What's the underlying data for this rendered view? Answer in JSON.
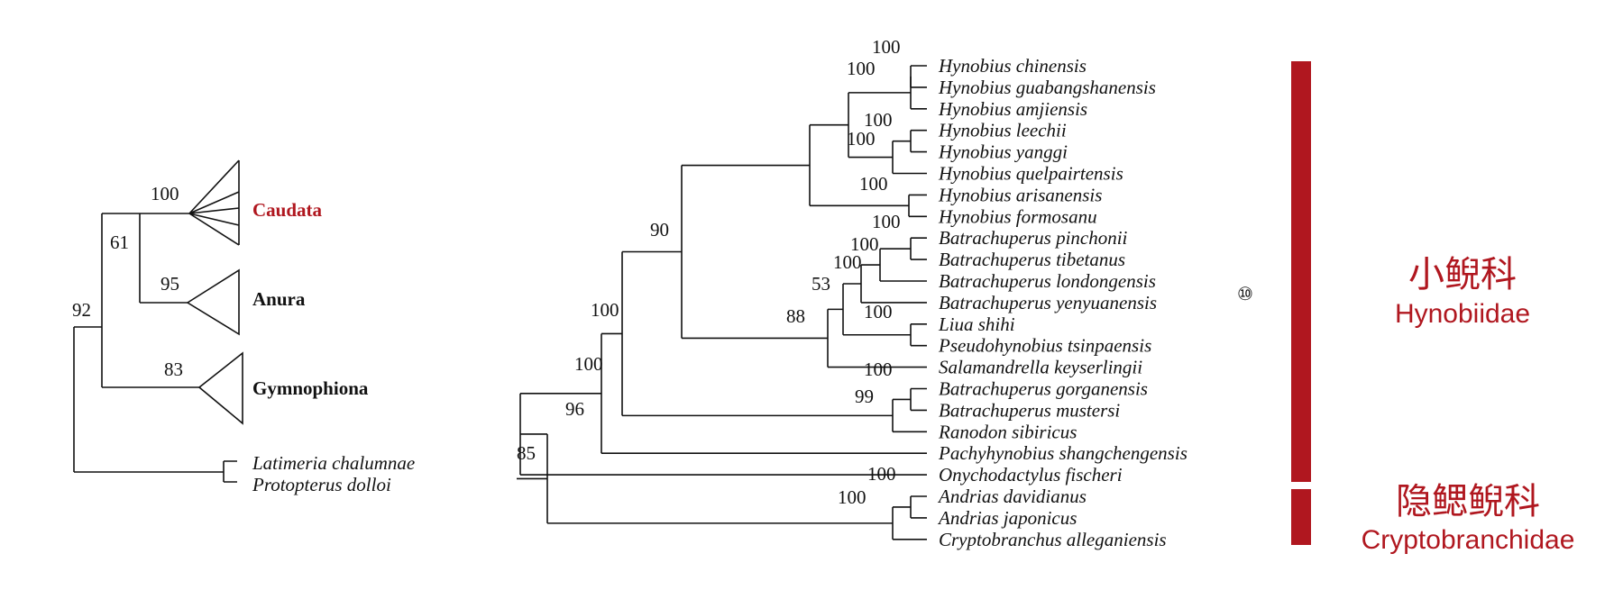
{
  "colors": {
    "accent": "#b0171f",
    "line": "#111111"
  },
  "left_tree": {
    "clades": {
      "caudata": "Caudata",
      "anura": "Anura",
      "gymnophiona": "Gymnophiona"
    },
    "outgroups": [
      "Latimeria chalumnae",
      "Protopterus dolloi"
    ],
    "support": {
      "caudata": "100",
      "caudata_anura": "61",
      "anura": "95",
      "amphibia": "92",
      "gymnophiona": "83"
    }
  },
  "right_tree": {
    "taxa": [
      "Hynobius chinensis",
      "Hynobius guabangshanensis",
      "Hynobius amjiensis",
      "Hynobius leechii",
      "Hynobius yanggi",
      "Hynobius quelpairtensis",
      "Hynobius arisanensis",
      "Hynobius formosanu",
      "Batrachuperus pinchonii",
      "Batrachuperus tibetanus",
      "Batrachuperus londongensis",
      "Batrachuperus yenyuanensis",
      "Liua shihi",
      "Pseudohynobius tsinpaensis",
      "Salamandrella keyserlingii",
      "Batrachuperus gorganensis",
      "Batrachuperus mustersi",
      "Ranodon sibiricus",
      "Pachyhynobius shangchengensis",
      "Onychodactylus fischeri",
      "Andrias davidianus",
      "Andrias japonicus",
      "Cryptobranchus alleganiensis"
    ],
    "support": {
      "n_chin_guab": "100",
      "n_chin_amj": "100",
      "n_lee_yan": "100",
      "n_lee_quel": "100",
      "n_aris_form": "100",
      "n_hynobius": "90",
      "n_pin_tib": "100",
      "n_pin_lon": "100",
      "n_pin_yen": "100",
      "n_batr_liua": "53",
      "n_liua_pseudo": "100",
      "n_batr_sal": "88",
      "n_gorg_must": "100",
      "n_gorg_ran": "99",
      "n_main": "100",
      "n_pachy": "100",
      "n_hynobiidae": "96",
      "n_root": "85",
      "n_and_dav_jap": "100",
      "n_cryptobranchidae": "100"
    },
    "marker": "⑩"
  },
  "families": {
    "hynobiidae": {
      "cn": "小鲵科",
      "latin": "Hynobiidae"
    },
    "cryptobranchidae": {
      "cn": "隐鳃鲵科",
      "latin": "Cryptobranchidae"
    }
  }
}
